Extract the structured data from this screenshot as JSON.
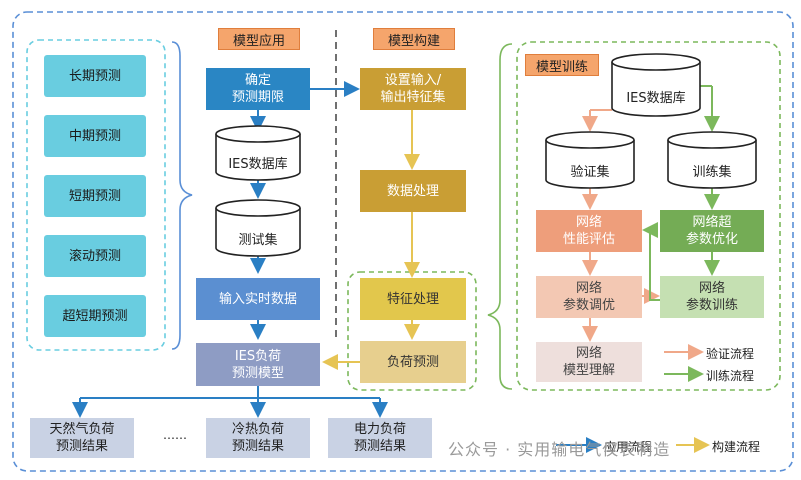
{
  "sections": {
    "application": "模型应用",
    "construction": "模型构建",
    "training": "模型训练"
  },
  "horizons": [
    "长期预测",
    "中期预测",
    "短期预测",
    "滚动预测",
    "超短期预测"
  ],
  "application_flow": {
    "determine_horizon": "确定\n预测期限",
    "ies_db": "IES数据库",
    "test_set": "测试集",
    "realtime_input": "输入实时数据",
    "model": "IES负荷\n预测模型"
  },
  "construction_flow": {
    "io_features": "设置输入/\n输出特征集",
    "data_processing": "数据处理",
    "feature_processing": "特征处理",
    "load_forecast": "负荷预测"
  },
  "training_flow": {
    "ies_db": "IES数据库",
    "validation_set": "验证集",
    "training_set": "训练集",
    "performance_eval": "网络\n性能评估",
    "hyperparam_opt": "网络超\n参数优化",
    "param_tuning": "网络\n参数调优",
    "param_training": "网络\n参数训练",
    "model_understanding": "网络\n模型理解"
  },
  "results": [
    "天然气负荷\n预测结果",
    "……",
    "冷热负荷\n预测结果",
    "电力负荷\n预测结果"
  ],
  "legend": {
    "validation": "验证流程",
    "training": "训练流程",
    "application": "应用流程",
    "construction": "构建流程"
  },
  "watermark": "公众号 · 实用输电气仪表制造",
  "colors": {
    "application_arrow": "#2a7fc4",
    "construction_arrow": "#e6c454",
    "validation_arrow": "#f0a889",
    "training_arrow": "#7cb85c",
    "outer_border": "#5a8fd6"
  }
}
